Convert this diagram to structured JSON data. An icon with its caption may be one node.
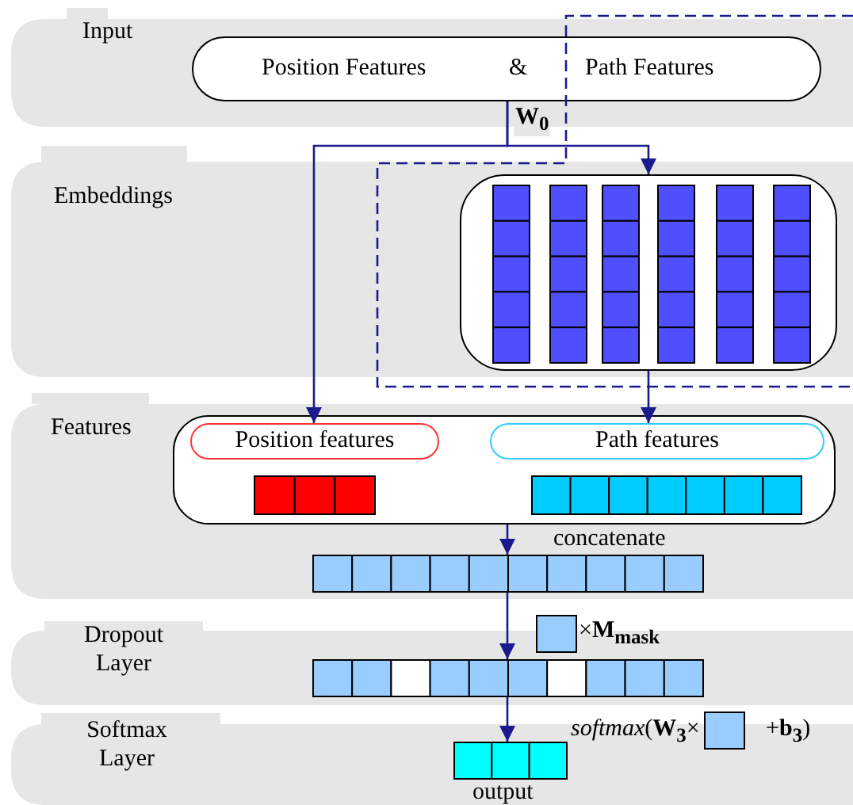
{
  "diagram": {
    "nodes": [
      {
        "text": [
          "Input"
        ]
      },
      {
        "text": [
          "Position Features",
          "&",
          "Path Features"
        ],
        "in": 0
      },
      {
        "text": [
          "Embeddings"
        ]
      },
      {
        "text": [],
        "shape": "box",
        "in": 2
      },
      {
        "text": [
          "Features"
        ]
      },
      {
        "text": [],
        "shape": "box",
        "in": 4
      },
      {
        "text": [
          "Position features"
        ],
        "in": 5
      },
      {
        "text": [
          "Path features"
        ],
        "in": 5
      },
      {
        "text": [],
        "shape": "bar",
        "in": 5
      },
      {
        "text": [],
        "shape": "bar",
        "in": 5
      },
      {
        "text": [],
        "shape": "bar",
        "in": 4
      },
      {
        "text": [
          "Dropout Layer"
        ]
      },
      {
        "text": [],
        "shape": "bar",
        "in": 11
      },
      {
        "text": [
          "Softmax Layer"
        ]
      },
      {
        "text": [],
        "shape": "bar",
        "in": 13,
        "beside": [
          "output"
        ]
      }
    ],
    "edges": [
      {
        "from": 1,
        "to": 6,
        "arrow": "to",
        "label": "**W$_{0}$**"
      },
      {
        "from": 1,
        "to": 3,
        "arrow": "to"
      },
      {
        "from": 3,
        "to": 7,
        "arrow": "to"
      },
      {
        "from": 5,
        "to": 10,
        "arrow": "to"
      },
      {
        "from": 10,
        "to": 12,
        "arrow": "to"
      },
      {
        "from": 12,
        "to": 14,
        "arrow": "to"
      }
    ],
    "labels": [
      "concatenate",
      "×**M$_{mask}$**",
      "*softmax*(**W$_{3}$**×",
      "+**b$_{3}$**)"
    ]
  }
}
